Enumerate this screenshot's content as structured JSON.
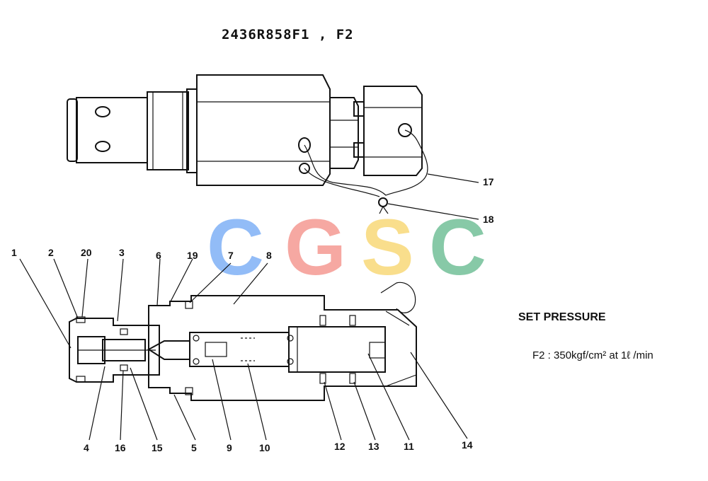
{
  "title": "2436R858F1 , F2",
  "set_pressure": {
    "heading": "SET PRESSURE",
    "line": "F2 : 350kgf/cm² at 1ℓ /min"
  },
  "watermark": {
    "letters": [
      "C",
      "G",
      "S",
      "C"
    ],
    "colors": [
      "#6ea6f5",
      "#f38b84",
      "#f8d466",
      "#5fb88a"
    ]
  },
  "labels": {
    "l1": "1",
    "l2": "2",
    "l3": "3",
    "l4": "4",
    "l5": "5",
    "l6": "6",
    "l7": "7",
    "l8": "8",
    "l9": "9",
    "l10": "10",
    "l11": "11",
    "l12": "12",
    "l13": "13",
    "l14": "14",
    "l15": "15",
    "l16": "16",
    "l17": "17",
    "l18": "18",
    "l19": "19",
    "l20": "20"
  }
}
